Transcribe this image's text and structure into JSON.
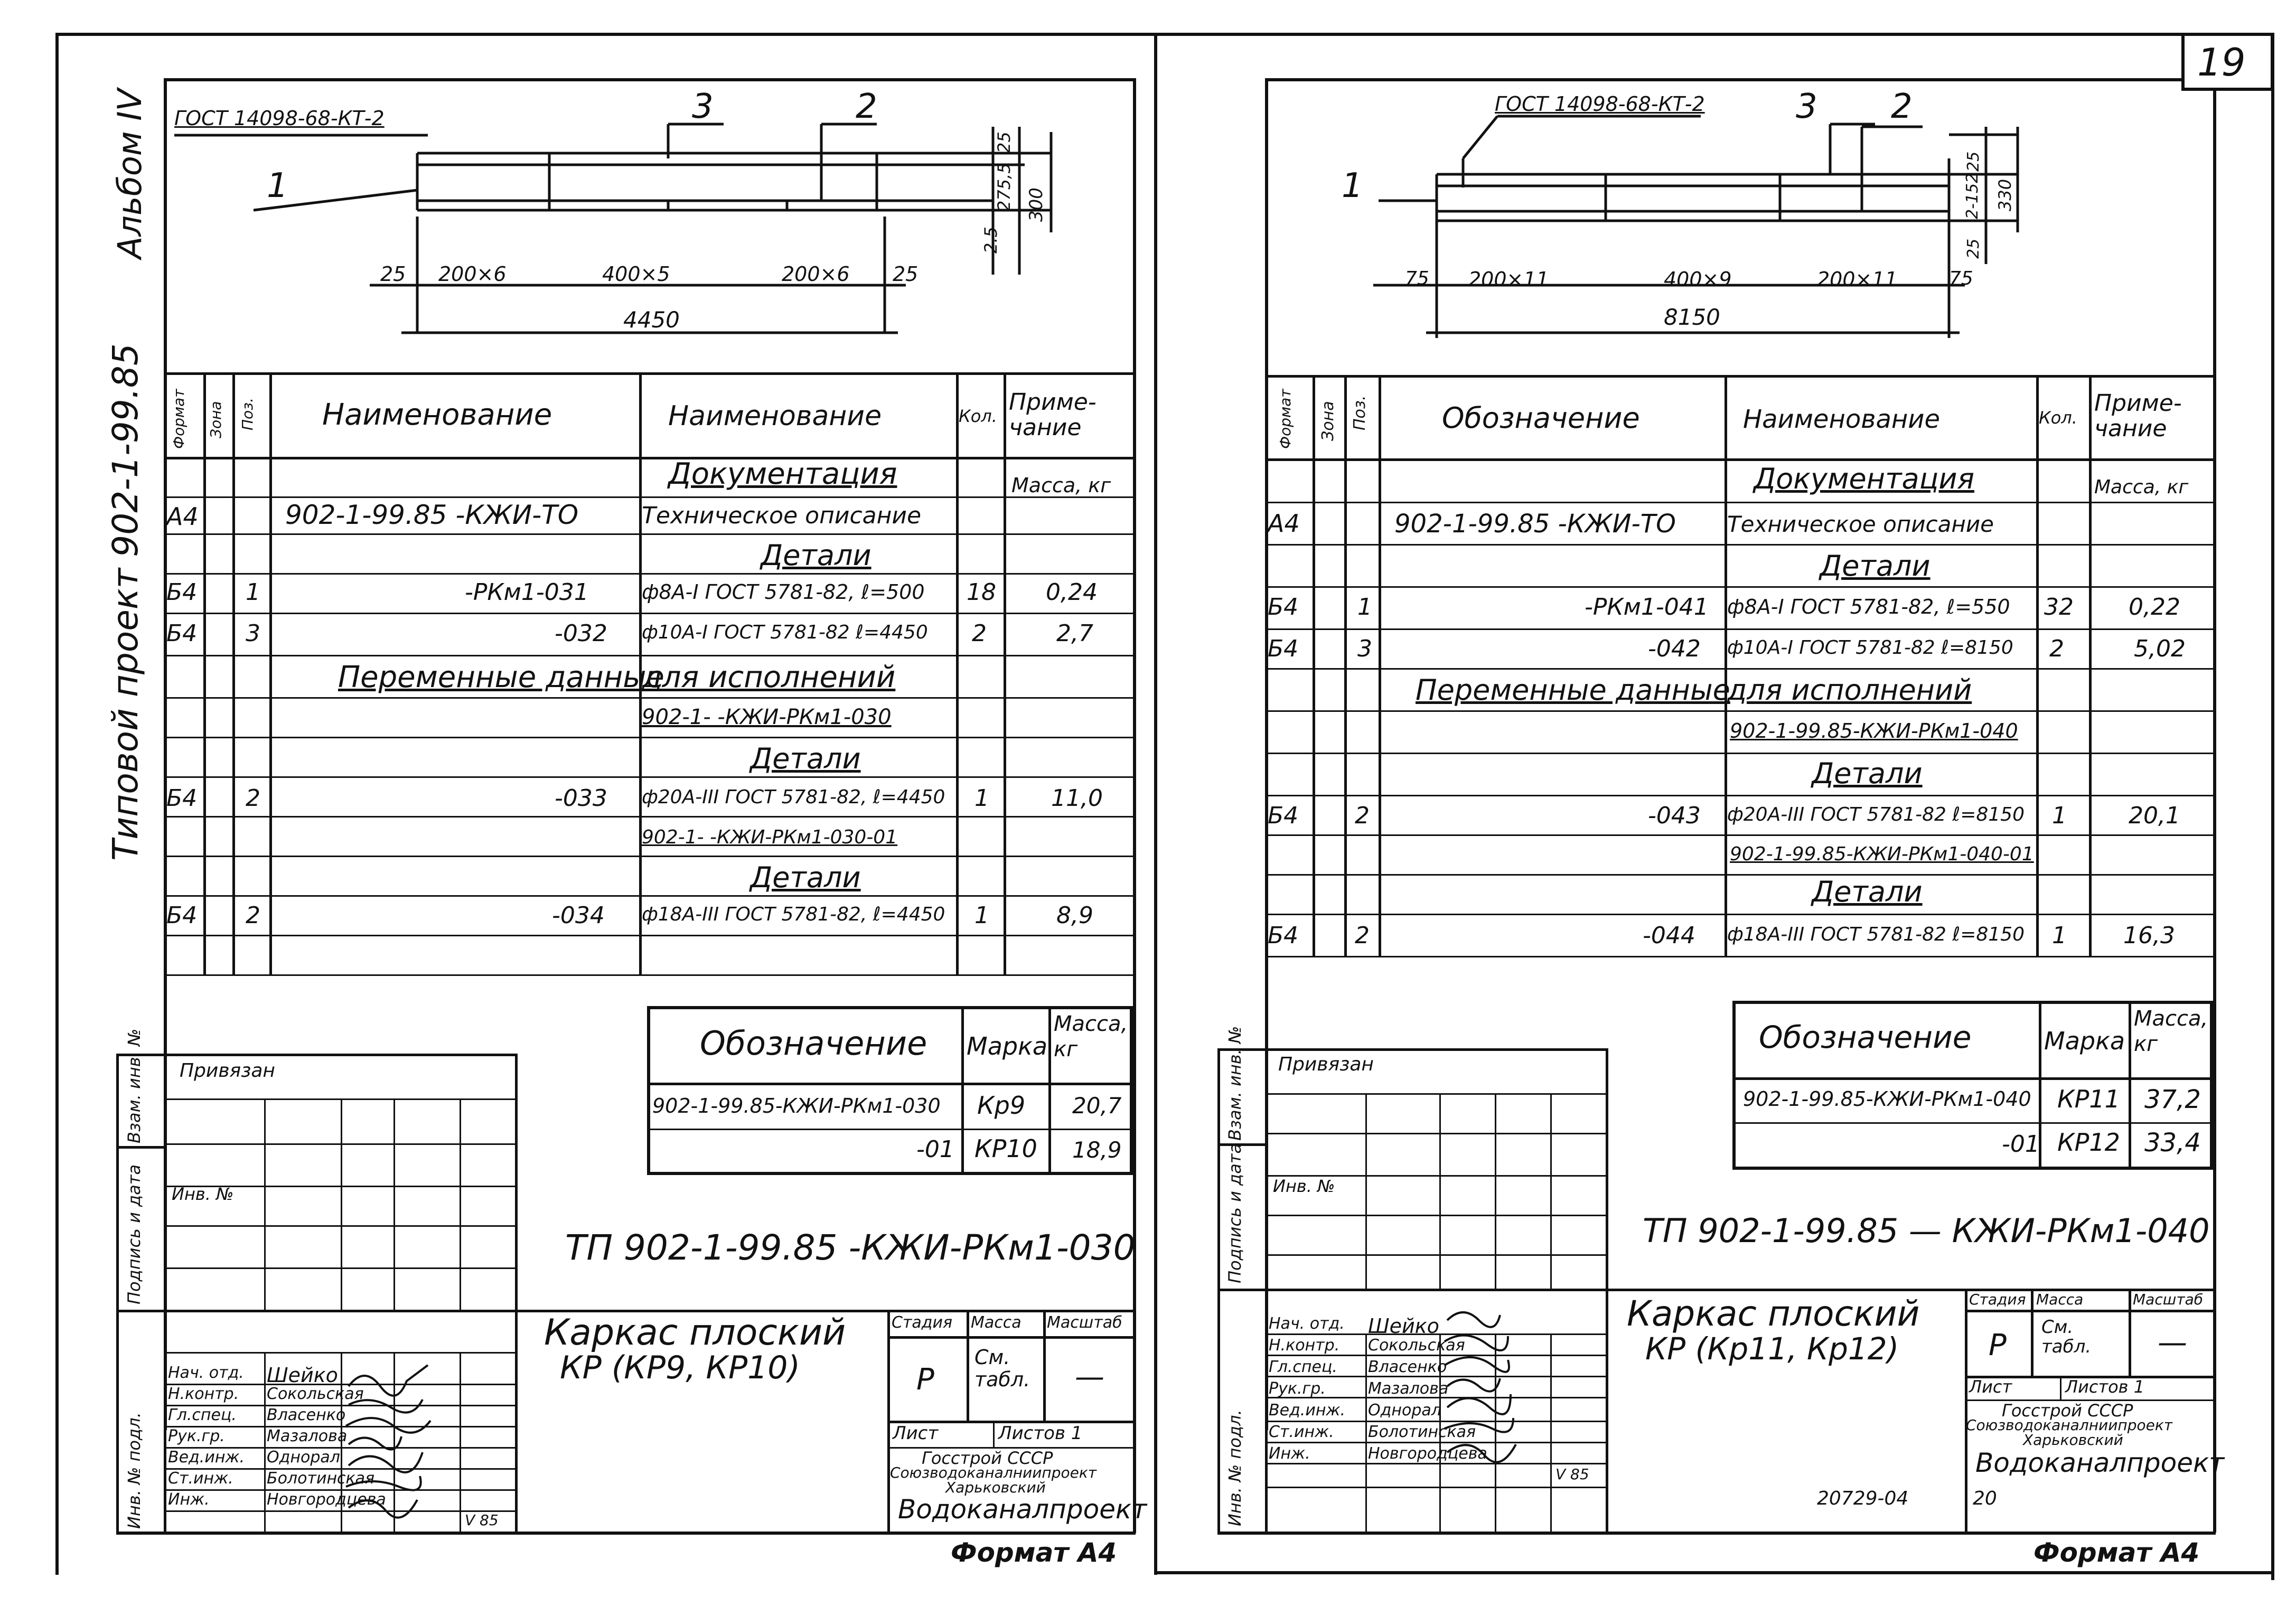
{
  "page_number": "19",
  "left_margin": {
    "album": "Альбом IV",
    "project": "Типовой проект 902-1-99.85"
  },
  "format_label": "Формат А4",
  "archive_number": "20729-04",
  "archive_suffix": "20",
  "left_sheet": {
    "drawing": {
      "gost_label": "ГОСТ 14098-68-КТ-2",
      "pos1": "1",
      "pos3": "3",
      "pos2": "2",
      "dim_25_left": "25",
      "dim_seg1": "200×6",
      "dim_seg2": "400×5",
      "dim_seg3": "200×6",
      "dim_25_right": "25",
      "dim_total": "4450",
      "dim_v25_top": "25",
      "dim_v_mid": "275,5",
      "dim_v_total": "300",
      "dim_v25_bot": "2.5"
    },
    "header": {
      "format": "Формат",
      "zone": "Зона",
      "pos": "Поз.",
      "designation": "Наименование",
      "name": "Наименование",
      "qty": "Кол.",
      "note": "Приме-чание"
    },
    "rows": {
      "doc_section": "Документация",
      "mass_kg": "Масса, кг",
      "r1_format": "А4",
      "r1_designation": "902-1-99.85 -КЖИ-ТО",
      "r1_name": "Техническое описание",
      "det_section": "Детали",
      "r2_format": "Б4",
      "r2_pos": "1",
      "r2_designation": "-РКм1-031",
      "r2_name": "ф8А-I ГОСТ 5781-82, ℓ=500",
      "r2_qty": "18",
      "r2_note": "0,24",
      "r3_format": "Б4",
      "r3_pos": "3",
      "r3_designation": "-032",
      "r3_name": "ф10А-I ГОСТ 5781-82 ℓ=4450",
      "r3_qty": "2",
      "r3_note": "2,7",
      "var_a": "Переменные данные",
      "var_b": "для исполнений",
      "r4_name": "902-1- -КЖИ-РКм1-030",
      "det_section2": "Детали",
      "r5_format": "Б4",
      "r5_pos": "2",
      "r5_designation": "-033",
      "r5_name": "ф20А-III ГОСТ 5781-82, ℓ=4450",
      "r5_qty": "1",
      "r5_note": "11,0",
      "r6_name": "902-1- -КЖИ-РКм1-030-01",
      "det_section3": "Детали",
      "r7_format": "Б4",
      "r7_pos": "2",
      "r7_designation": "-034",
      "r7_name": "ф18А-III ГОСТ 5781-82, ℓ=4450",
      "r7_qty": "1",
      "r7_note": "8,9"
    },
    "marks": {
      "h_designation": "Обозначение",
      "h_mark": "Марка",
      "h_mass": "Масса, кг",
      "m1_designation": "902-1-99.85-КЖИ-РКм1-030",
      "m1_mark": "Кр9",
      "m1_mass": "20,7",
      "m2_designation": "-01",
      "m2_mark": "КР10",
      "m2_mass": "18,9"
    },
    "stamp": {
      "privyazan": "Привязан",
      "inv_no": "Инв. №",
      "side1": "Взам. инв. №",
      "side2": "Подпись и дата",
      "side3": "Инв. № подл.",
      "code": "ТП 902-1-99.85 -КЖИ-РКм1-030",
      "title": "Каркас плоский",
      "title2": "КР (КР9, КР10)",
      "stage_h": "Стадия",
      "mass_h": "Масса",
      "scale_h": "Масштаб",
      "stage": "Р",
      "mass": "См. табл.",
      "scale": "—",
      "sheet": "Лист",
      "sheets": "Листов 1",
      "org1": "Госстрой СССР",
      "org2": "Союзводоканалниипроект",
      "org3": "Харьковский",
      "org4": "Водоканалпроект",
      "date": "V 85",
      "roles": [
        "Нач. отд.",
        "Н.контр.",
        "Гл.спец.",
        "Рук.гр.",
        "Вед.инж.",
        "Ст.инж.",
        "Инж."
      ],
      "names": [
        "Шейко",
        "Сокольская",
        "Власенко",
        "Мазалова",
        "Однорал",
        "Болотинская",
        "Новгородцева"
      ]
    }
  },
  "right_sheet": {
    "drawing": {
      "gost_label": "ГОСТ 14098-68-КТ-2",
      "pos1": "1",
      "pos3": "3",
      "pos2": "2",
      "dim_75_left": "75",
      "dim_seg1": "200×11",
      "dim_seg2": "400×9",
      "dim_seg3": "200×11",
      "dim_75_right": "75",
      "dim_total": "8150",
      "dim_v25_top": "25",
      "dim_v_mid": "2-152",
      "dim_v_total": "330",
      "dim_v25_bot": "25"
    },
    "header": {
      "format": "Формат",
      "zone": "Зона",
      "pos": "Поз.",
      "designation": "Обозначение",
      "name": "Наименование",
      "qty": "Кол.",
      "note": "Приме-чание"
    },
    "rows": {
      "doc_section": "Документация",
      "mass_kg": "Масса, кг",
      "r1_format": "А4",
      "r1_designation": "902-1-99.85 -КЖИ-ТО",
      "r1_name": "Техническое описание",
      "det_section": "Детали",
      "r2_format": "Б4",
      "r2_pos": "1",
      "r2_designation": "-РКм1-041",
      "r2_name": "ф8А-I ГОСТ 5781-82, ℓ=550",
      "r2_qty": "32",
      "r2_note": "0,22",
      "r3_format": "Б4",
      "r3_pos": "3",
      "r3_designation": "-042",
      "r3_name": "ф10А-I ГОСТ 5781-82 ℓ=8150",
      "r3_qty": "2",
      "r3_note": "5,02",
      "var_a": "Переменные данные",
      "var_b": "для исполнений",
      "r4_name": "902-1-99.85-КЖИ-РКм1-040",
      "det_section2": "Детали",
      "r5_format": "Б4",
      "r5_pos": "2",
      "r5_designation": "-043",
      "r5_name": "ф20А-III ГОСТ 5781-82 ℓ=8150",
      "r5_qty": "1",
      "r5_note": "20,1",
      "r6_name": "902-1-99.85-КЖИ-РКм1-040-01",
      "det_section3": "Детали",
      "r7_format": "Б4",
      "r7_pos": "2",
      "r7_designation": "-044",
      "r7_name": "ф18А-III ГОСТ 5781-82 ℓ=8150",
      "r7_qty": "1",
      "r7_note": "16,3"
    },
    "marks": {
      "h_designation": "Обозначение",
      "h_mark": "Марка",
      "h_mass": "Масса, кг",
      "m1_designation": "902-1-99.85-КЖИ-РКм1-040",
      "m1_mark": "КР11",
      "m1_mass": "37,2",
      "m2_designation": "-01",
      "m2_mark": "КР12",
      "m2_mass": "33,4"
    },
    "stamp": {
      "privyazan": "Привязан",
      "inv_no": "Инв. №",
      "side1": "Взам. инв. №",
      "side2": "Подпись и дата",
      "side3": "Инв. № подл.",
      "code": "ТП 902-1-99.85 — КЖИ-РКм1-040",
      "title": "Каркас плоский",
      "title2": "КР (Кр11, Кр12)",
      "stage_h": "Стадия",
      "mass_h": "Масса",
      "scale_h": "Масштаб",
      "stage": "Р",
      "mass": "См. табл.",
      "scale": "—",
      "sheet": "Лист",
      "sheets": "Листов 1",
      "org1": "Госстрой СССР",
      "org2": "Союзводоканалниипроект",
      "org3": "Харьковский",
      "org4": "Водоканалпроект",
      "date": "V 85",
      "roles": [
        "Нач. отд.",
        "Н.контр.",
        "Гл.спец.",
        "Рук.гр.",
        "Вед.инж.",
        "Ст.инж.",
        "Инж."
      ],
      "names": [
        "Шейко",
        "Сокольская",
        "Власенко",
        "Мазалова",
        "Однорал",
        "Болотинская",
        "Новгородцева"
      ]
    }
  }
}
